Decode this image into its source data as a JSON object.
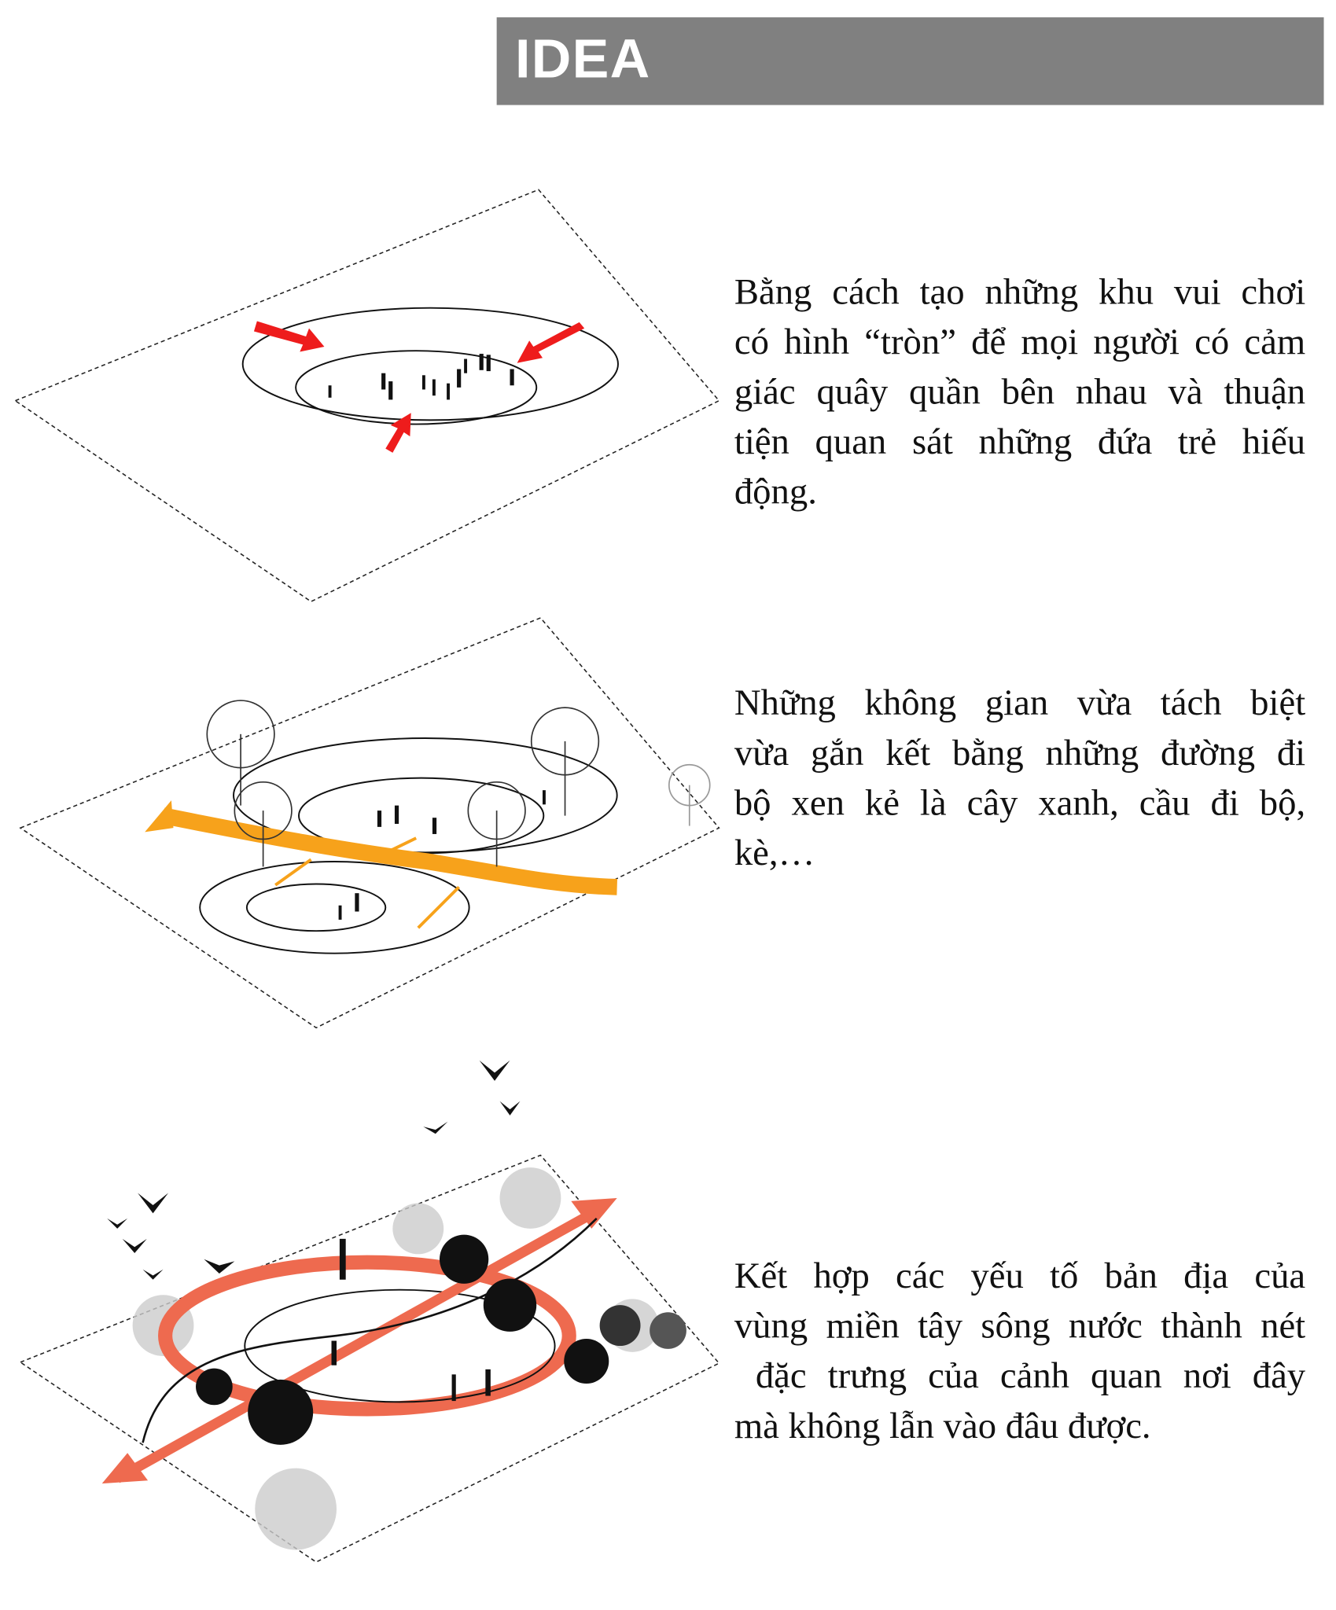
{
  "header": {
    "title": "IDEA"
  },
  "blocks": [
    {
      "lines": [
        "Bằng cách tạo những khu vui chơi",
        "có hình “tròn” để mọi người có cảm",
        "giác quây quần bên nhau và thuận",
        "tiện quan sát những đứa trẻ hiếu",
        "động."
      ]
    },
    {
      "lines": [
        "Những không gian vừa tách biệt",
        "vừa gắn kết bằng những đường đi",
        "bộ xen kẻ là cây xanh, cầu đi bộ,",
        "kè,…"
      ]
    },
    {
      "lines": [
        "Kết hợp các yếu tố bản địa của",
        "vùng miền tây sông nước thành nét",
        " đặc trưng của cảnh quan nơi đây",
        "mà không lẫn vào đâu được."
      ]
    }
  ],
  "colors": {
    "header": "#808080",
    "red_arrow": "#ee1c1c",
    "orange_path": "#f7a21b",
    "coral_ring": "#ee6a4f"
  }
}
